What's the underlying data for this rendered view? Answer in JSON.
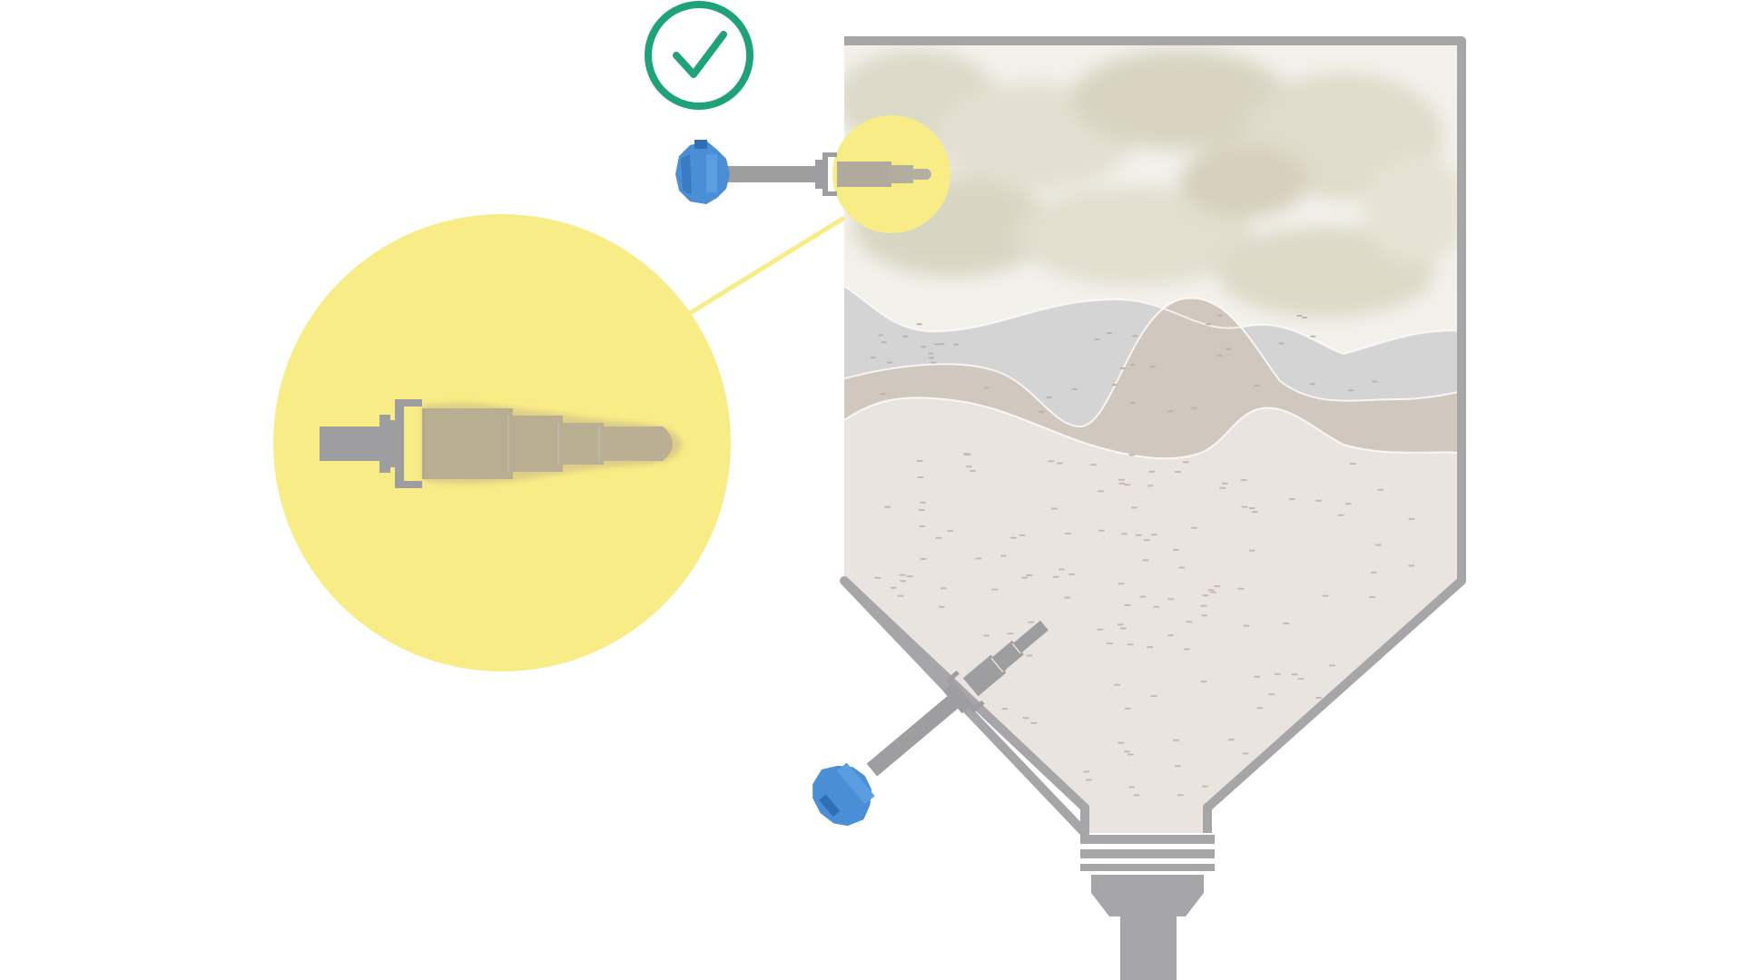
{
  "diagram": {
    "status_icon": "check-circle-icon",
    "status": "correct",
    "components": [
      "silo",
      "bulk-material-layers",
      "dust-cloud",
      "upper-level-sensor",
      "lower-level-sensor",
      "magnified-view"
    ]
  },
  "colors": {
    "accent_green": "#1fa27a",
    "sensor_blue": "#4a8fd6",
    "sensor_blue_dark": "#2f6fb5",
    "highlight_yellow": "#f8ec86",
    "silo_outline": "#a6a6a8",
    "material_light": "#e8e3df",
    "material_mid": "#d0c6bd",
    "material_grey": "#d2d2d2",
    "dust": "#dcd9c8",
    "probe_grey": "#9e9ea0"
  }
}
